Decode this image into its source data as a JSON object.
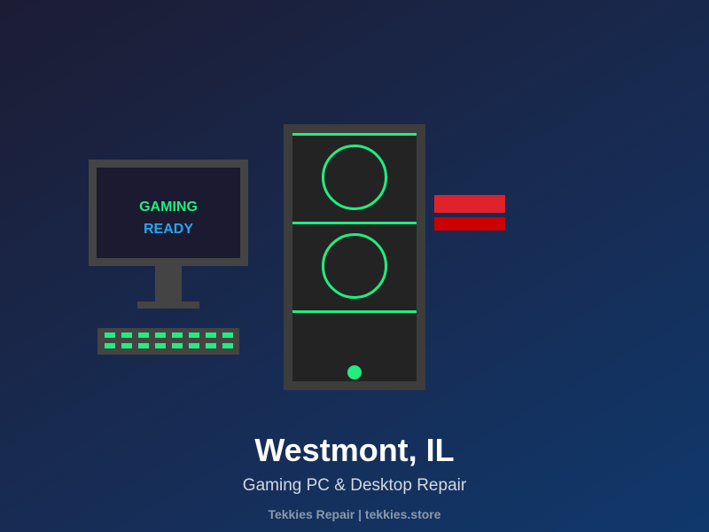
{
  "illustration": {
    "monitor_screen": {
      "line1": "GAMING",
      "line2": "READY"
    },
    "colors": {
      "accent_green": "#20ee80",
      "screen_blue_text": "#27a6f0",
      "hardware_gray": "#444444",
      "tower_interior": "#232323",
      "red_strip_light": "#e0222c",
      "red_strip_dark": "#cc0000"
    },
    "icons": [
      "monitor-icon",
      "keyboard-icon",
      "pc-tower-icon",
      "cooling-fan-icon",
      "power-led-icon",
      "ram-stick-icon"
    ]
  },
  "heading": {
    "title": "Westmont, IL",
    "subtitle": "Gaming PC & Desktop Repair",
    "footer": "Tekkies Repair | tekkies.store"
  }
}
